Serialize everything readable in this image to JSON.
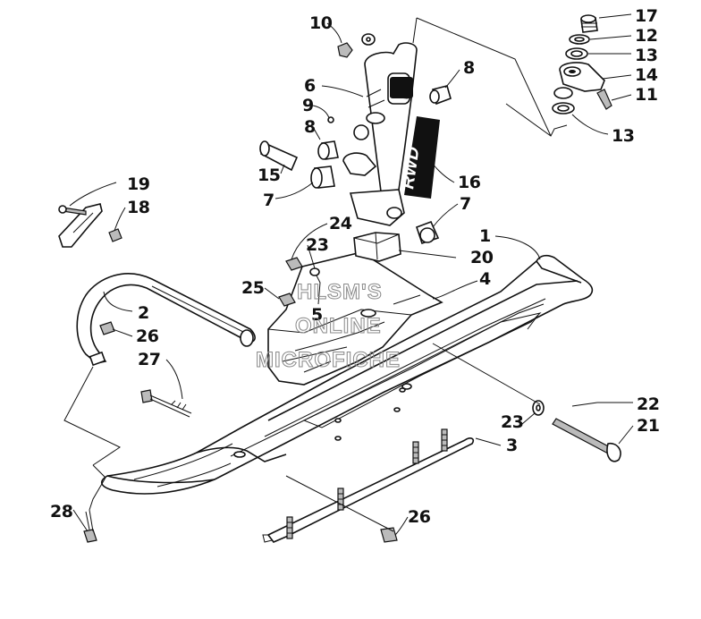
{
  "callouts": {
    "c1": "1",
    "c2": "2",
    "c3": "3",
    "c4": "4",
    "c5": "5",
    "c6": "6",
    "c7a": "7",
    "c7b": "7",
    "c8a": "8",
    "c8b": "8",
    "c9": "9",
    "c10": "10",
    "c11": "11",
    "c12": "12",
    "c13a": "13",
    "c13b": "13",
    "c14": "14",
    "c15": "15",
    "c16": "16",
    "c17": "17",
    "c18": "18",
    "c19": "19",
    "c20": "20",
    "c21": "21",
    "c22": "22",
    "c23a": "23",
    "c23b": "23",
    "c24": "24",
    "c25": "25",
    "c26a": "26",
    "c26b": "26",
    "c27": "27",
    "c28": "28"
  },
  "watermark": {
    "line1": "HLSM'S",
    "line2": "ONLINE",
    "line3": "MICROFICHE"
  },
  "spindle_logo": "RWD"
}
